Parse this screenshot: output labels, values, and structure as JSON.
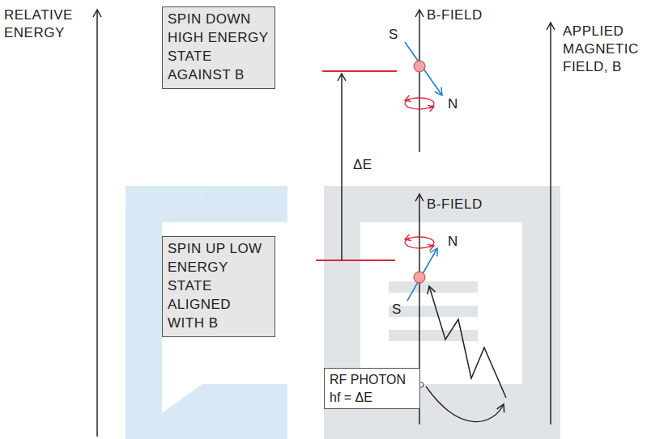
{
  "diagram": {
    "nodes": [
      {
        "text": [
          "SPIN DOWN HIGH ENERGY STATE AGAINST B"
        ]
      },
      {
        "text": [
          "SPIN UP LOW ENERGY STATE ALIGNED WITH B"
        ]
      },
      {
        "text": [
          "RF PHOTON hf = ΔE"
        ]
      }
    ],
    "labels": [
      "RELATIVE ENERGY",
      "B-FIELD",
      "S",
      "N",
      "APPLIED MAGNETIC FIELD, B",
      "ΔE",
      "B-FIELD",
      "N",
      "S"
    ]
  }
}
